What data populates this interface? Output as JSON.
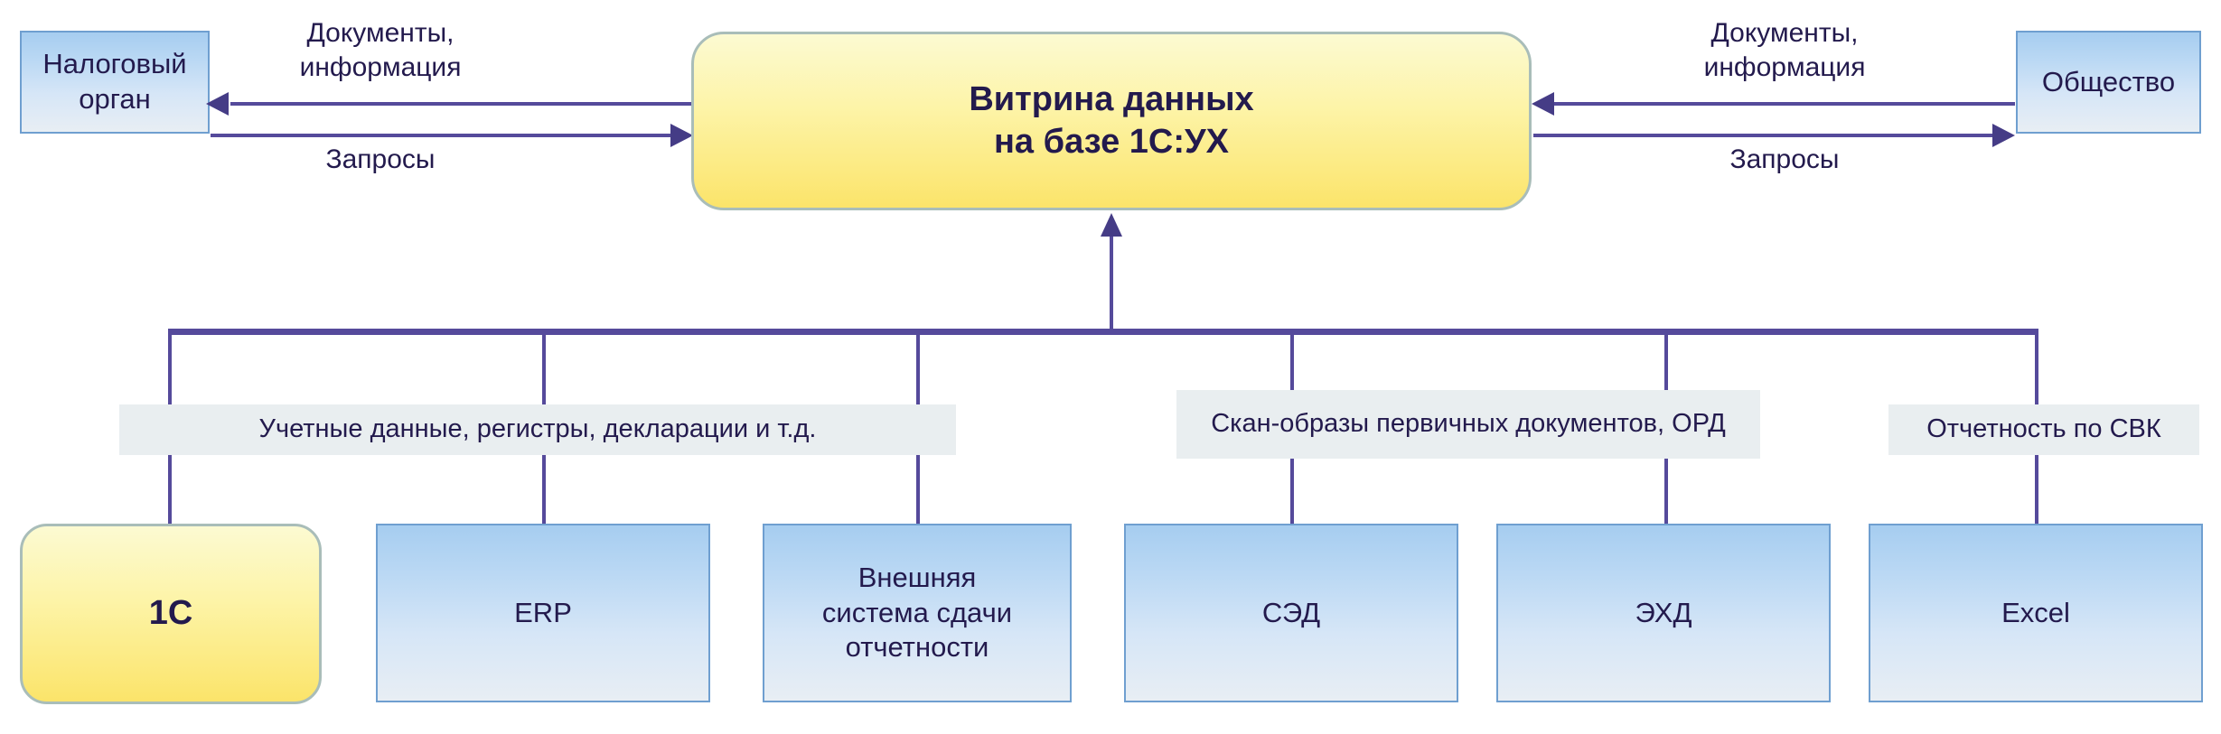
{
  "diagram": {
    "title": "Витрина данных на базе 1С:УХ",
    "accent_line_color": "#554a9b",
    "blue_node_color": "#bcd9f4",
    "yellow_node_color": "#fbe46a",
    "grey_bar_color": "#e9eef0",
    "text_color": "#231a4d"
  },
  "hub": {
    "line1": "Витрина данных",
    "line2": "на базе 1С:УХ"
  },
  "external": {
    "left": {
      "line1": "Налоговый",
      "line2": "орган"
    },
    "right": {
      "label": "Общество"
    }
  },
  "flows": {
    "left_inbound": "Документы,\nинформация",
    "left_outbound": "Запросы",
    "right_inbound": "Документы,\nинформация",
    "right_outbound": "Запросы"
  },
  "captions": [
    {
      "text": "Учетные данные, регистры, декларации и т.д."
    },
    {
      "text": "Скан-образы первичных документов,\nОРД"
    },
    {
      "text": "Отчетность по СВК"
    }
  ],
  "sources": [
    {
      "label": "1С",
      "style": "yellow"
    },
    {
      "label": "ERP",
      "style": "blue"
    },
    {
      "label": "Внешняя\nсистема сдачи\nотчетности",
      "style": "blue"
    },
    {
      "label": "СЭД",
      "style": "blue"
    },
    {
      "label": "ЭХД",
      "style": "blue"
    },
    {
      "label": "Excel",
      "style": "blue"
    }
  ]
}
